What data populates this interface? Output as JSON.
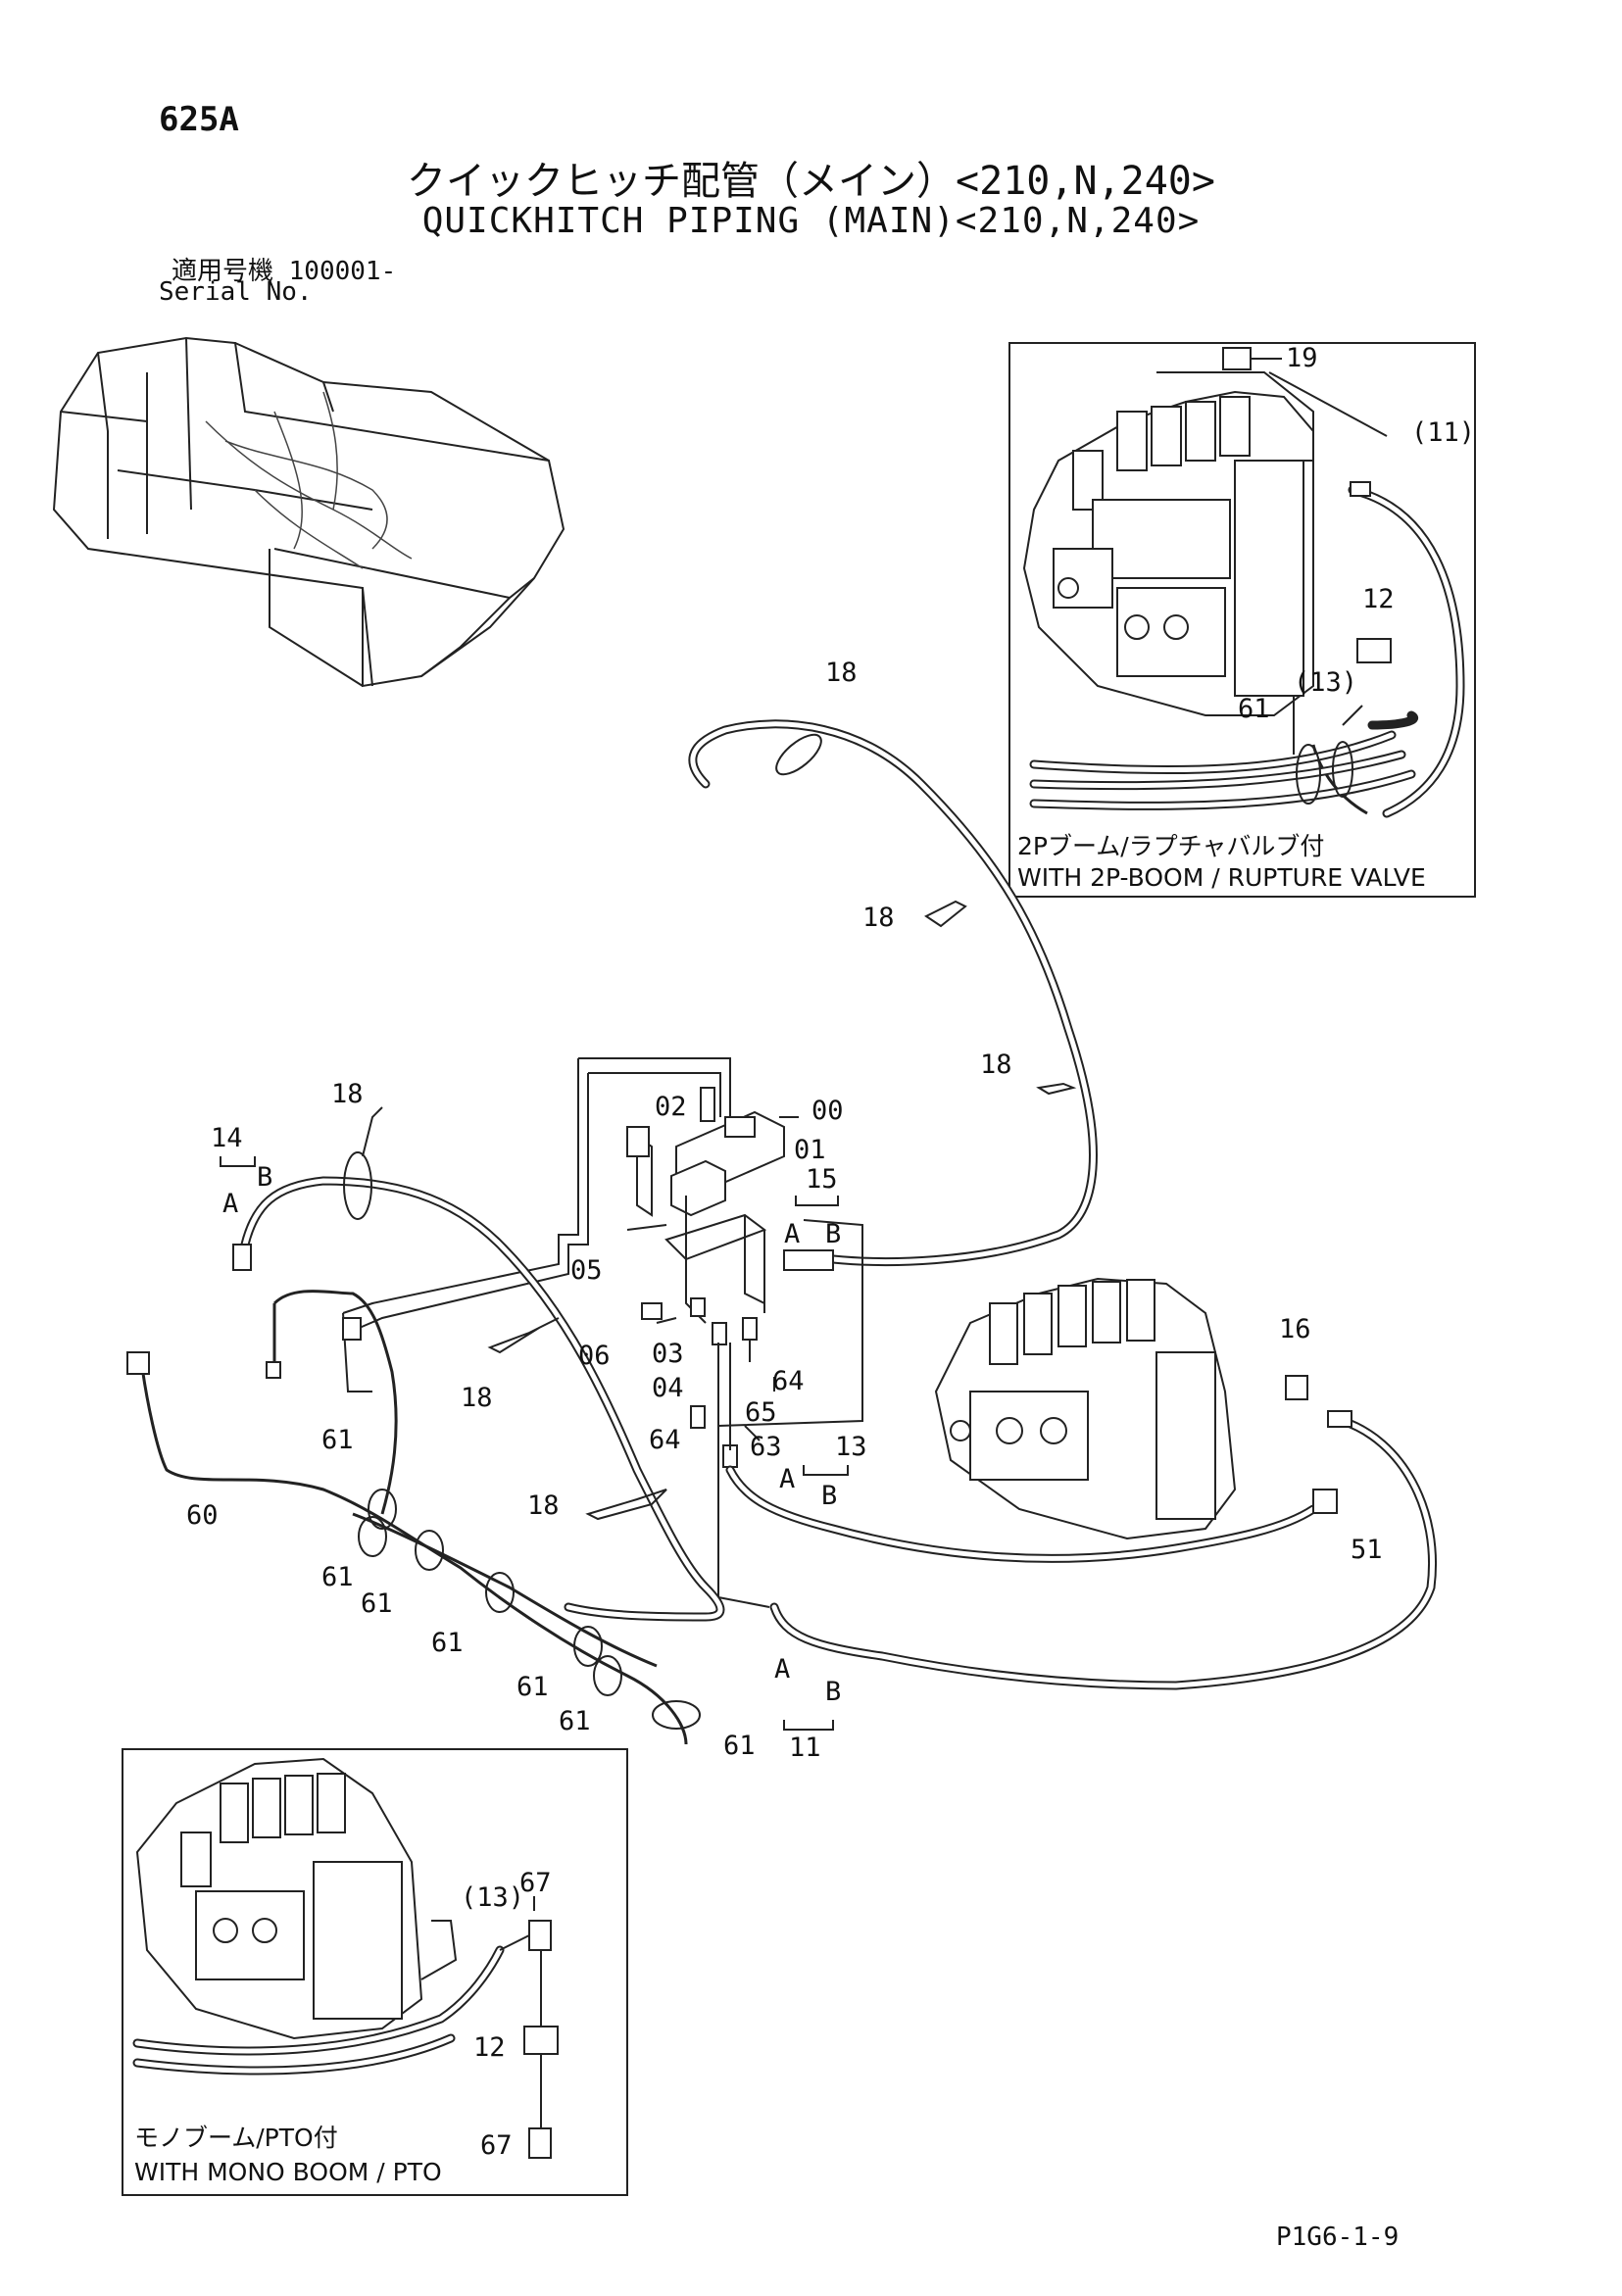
{
  "header": {
    "page_code": "625A",
    "title_jp": "クイックヒッチ配管（メイン）<210,N,240>",
    "title_en": "QUICKHITCH PIPING (MAIN)<210,N,240>",
    "serial_label_jp": "適用号機  100001-",
    "serial_label_en": "Serial No."
  },
  "footer": {
    "sheet_code": "P1G6-1-9"
  },
  "inset_rupture": {
    "caption_jp": "2Pブーム/ラプチャバルブ付",
    "caption_en": "WITH 2P-BOOM / RUPTURE  VALVE",
    "callouts": [
      "19",
      "(11)",
      "12",
      "(13)",
      "61"
    ]
  },
  "inset_mono": {
    "caption_jp": "モノブーム/PTO付",
    "caption_en": "WITH  MONO  BOOM / PTO",
    "callouts": [
      "67",
      "(13)",
      "12",
      "67"
    ]
  },
  "main_callouts": {
    "c18_top": "18",
    "c18_mid": "18",
    "c18_right": "18",
    "c18_left": "18",
    "c18_center": "18",
    "c18_low": "18",
    "c14": "14",
    "c14_a": "A",
    "c14_b": "B",
    "c00": "00",
    "c01": "01",
    "c02": "02",
    "c15": "15",
    "c15_a": "A",
    "c15_b": "B",
    "c05": "05",
    "c06": "06",
    "c03": "03",
    "c04": "04",
    "c64a": "64",
    "c64b": "64",
    "c65": "65",
    "c63": "63",
    "c13": "13",
    "c13_a": "A",
    "c13_b": "B",
    "c16": "16",
    "c51": "51",
    "c60": "60",
    "c61_1": "61",
    "c61_2": "61",
    "c61_3": "61",
    "c61_4": "61",
    "c61_5": "61",
    "c61_6": "61",
    "c61_7": "61",
    "c11": "11",
    "c11_a": "A",
    "c11_b": "B"
  }
}
